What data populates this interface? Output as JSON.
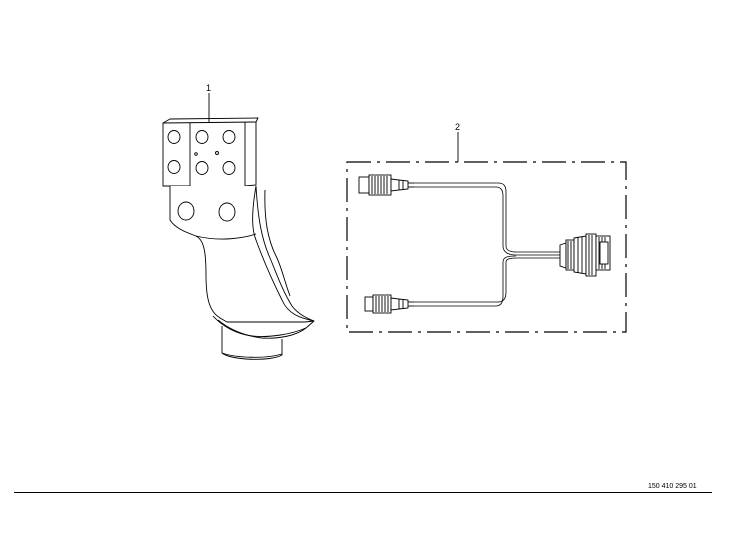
{
  "callouts": {
    "part_1": "1",
    "part_2": "2"
  },
  "footer": {
    "document_number": "150 410 295 01"
  },
  "colors": {
    "line": "#000000",
    "background": "#ffffff"
  }
}
